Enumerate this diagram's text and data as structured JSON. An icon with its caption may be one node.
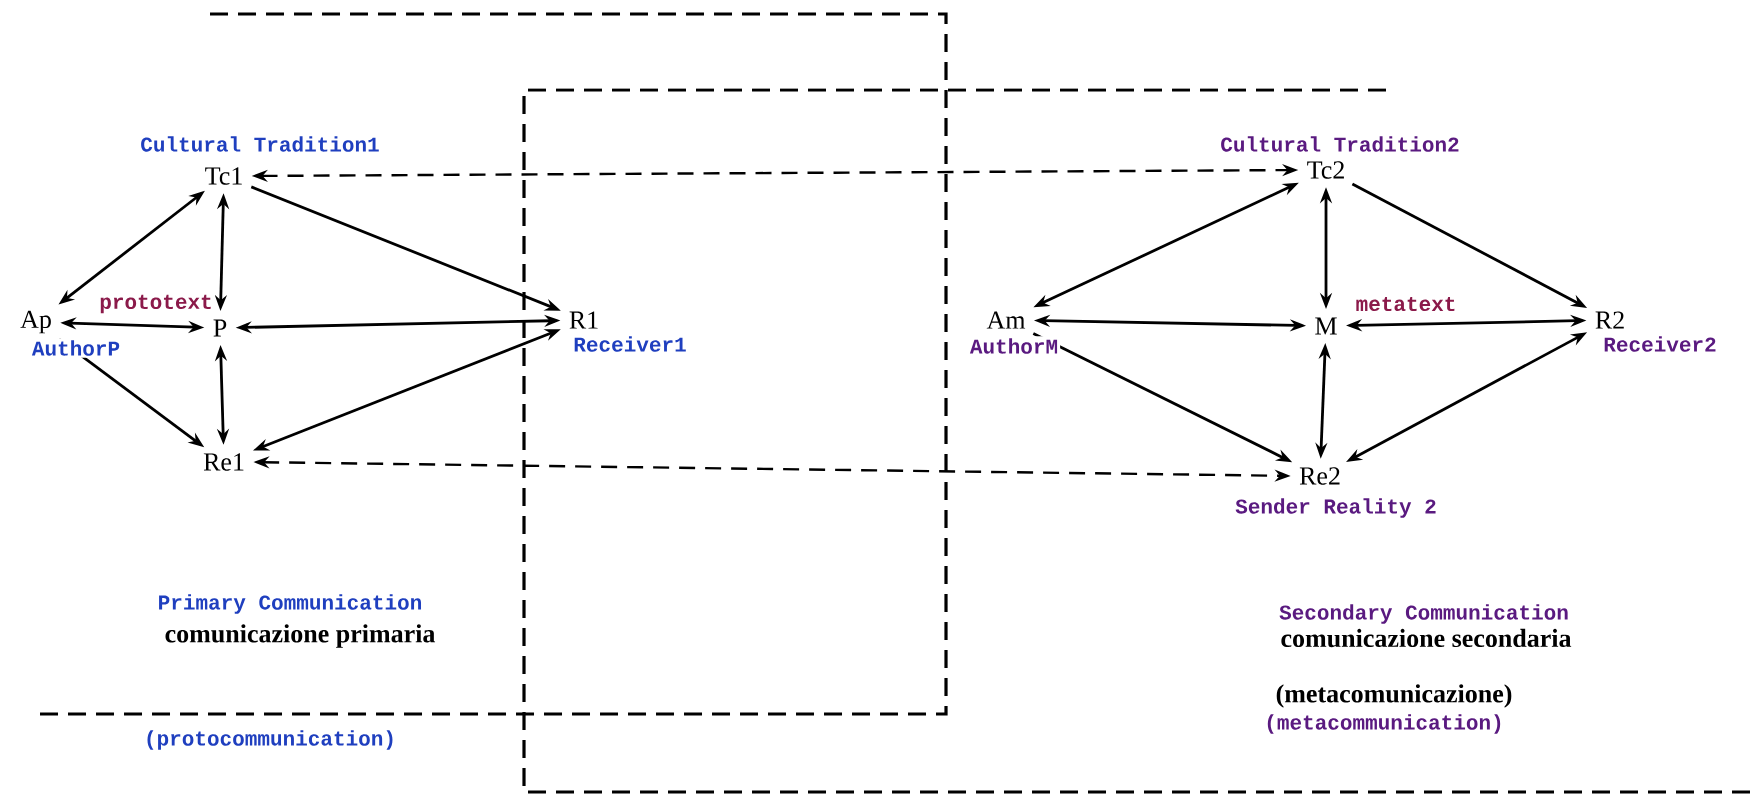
{
  "diagram": {
    "nodes": [
      {
        "text": [
          "Tc1"
        ],
        "beside": [
          "Cultural Tradition1"
        ]
      },
      {
        "text": [
          "Ap"
        ],
        "beside": [
          "AuthorP"
        ]
      },
      {
        "text": [
          "P"
        ],
        "beside": [
          "prototext"
        ]
      },
      {
        "text": [
          "R1"
        ],
        "beside": [
          "Receiver1"
        ]
      },
      {
        "text": [
          "Re1"
        ]
      },
      {
        "text": [
          "Tc2"
        ],
        "beside": [
          "Cultural Tradition2"
        ]
      },
      {
        "text": [
          "Am"
        ],
        "beside": [
          "AuthorM"
        ]
      },
      {
        "text": [
          "M"
        ],
        "beside": [
          "metatext"
        ]
      },
      {
        "text": [
          "R2"
        ],
        "beside": [
          "Receiver2"
        ]
      },
      {
        "text": [
          "Re2"
        ],
        "beside": [
          "Sender Reality 2"
        ]
      }
    ],
    "edges": [
      {
        "from": 0,
        "to": 1,
        "arrow": "both"
      },
      {
        "from": 0,
        "to": 2,
        "arrow": "both"
      },
      {
        "from": 0,
        "to": 3,
        "arrow": "to"
      },
      {
        "from": 1,
        "to": 2,
        "arrow": "both"
      },
      {
        "from": 2,
        "to": 3,
        "arrow": "both"
      },
      {
        "from": 1,
        "to": 4,
        "arrow": "to"
      },
      {
        "from": 2,
        "to": 4,
        "arrow": "both"
      },
      {
        "from": 3,
        "to": 4,
        "arrow": "both"
      },
      {
        "from": 0,
        "to": 5,
        "arrow": "both",
        "style": "dashed"
      },
      {
        "from": 4,
        "to": 9,
        "arrow": "both",
        "style": "dashed"
      },
      {
        "from": 5,
        "to": 6,
        "arrow": "both"
      },
      {
        "from": 5,
        "to": 7,
        "arrow": "both"
      },
      {
        "from": 5,
        "to": 8,
        "arrow": "to"
      },
      {
        "from": 6,
        "to": 7,
        "arrow": "both"
      },
      {
        "from": 7,
        "to": 8,
        "arrow": "both"
      },
      {
        "from": 6,
        "to": 9,
        "arrow": "to"
      },
      {
        "from": 7,
        "to": 9,
        "arrow": "both"
      },
      {
        "from": 8,
        "to": 9,
        "arrow": "both"
      }
    ],
    "labels": [
      "Primary Communication",
      "comunicazione primaria",
      "(protocommunication)",
      "Secondary Communication",
      "comunicazione secondaria",
      "(metacomunicazione)",
      "(metacommunication)"
    ]
  }
}
